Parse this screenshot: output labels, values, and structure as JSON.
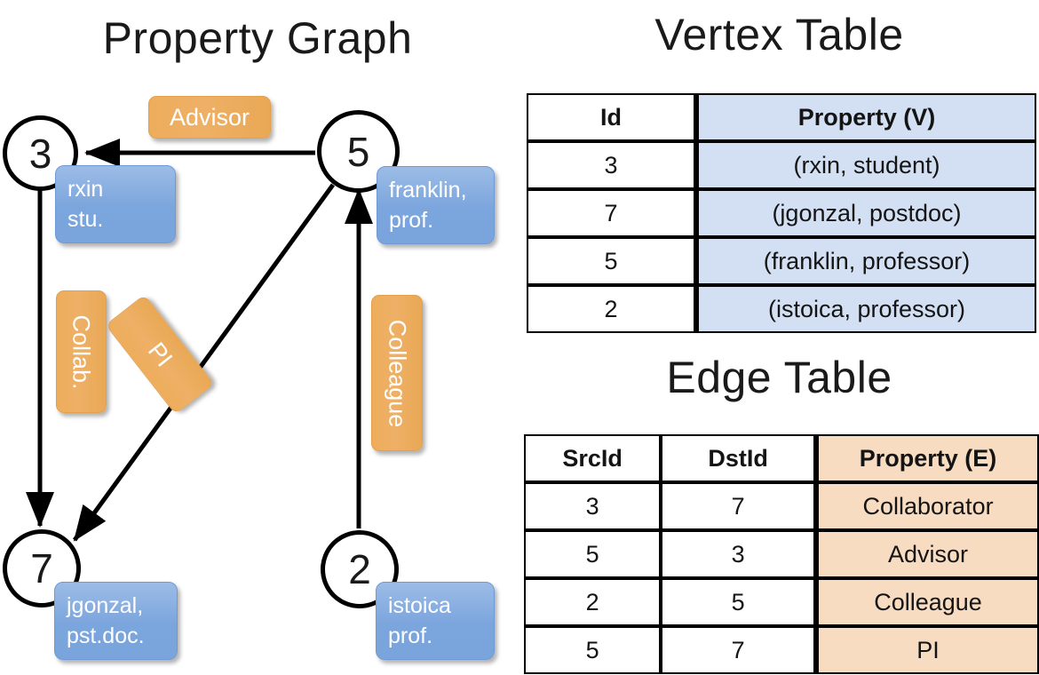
{
  "titles": {
    "property_graph": "Property Graph",
    "vertex_table": "Vertex Table",
    "edge_table": "Edge Table"
  },
  "graph": {
    "nodes": [
      {
        "id": "3",
        "property_label": "rxin\nstu."
      },
      {
        "id": "5",
        "property_label": "franklin,\nprof."
      },
      {
        "id": "7",
        "property_label": "jgonzal,\npst.doc."
      },
      {
        "id": "2",
        "property_label": "istoica\nprof."
      }
    ],
    "node_ids": {
      "three": "3",
      "five": "5",
      "seven": "7",
      "two": "2"
    },
    "vertex_boxes": {
      "rxin_line1": "rxin",
      "rxin_line2": "stu.",
      "franklin_line1": "franklin,",
      "franklin_line2": "prof.",
      "jgonzal_line1": "jgonzal,",
      "jgonzal_line2": "pst.doc.",
      "istoica_line1": "istoica",
      "istoica_line2": "prof."
    },
    "edge_labels": {
      "advisor": "Advisor",
      "collab": "Collab.",
      "pi": "PI",
      "colleague": "Colleague"
    },
    "edges": [
      {
        "from": "5",
        "to": "3",
        "label": "Advisor"
      },
      {
        "from": "3",
        "to": "7",
        "label": "Collab."
      },
      {
        "from": "5",
        "to": "7",
        "label": "PI"
      },
      {
        "from": "2",
        "to": "5",
        "label": "Colleague"
      }
    ]
  },
  "vertex_table": {
    "headers": {
      "id": "Id",
      "property": "Property (V)"
    },
    "rows": [
      {
        "id": "3",
        "property": "(rxin, student)"
      },
      {
        "id": "7",
        "property": "(jgonzal, postdoc)"
      },
      {
        "id": "5",
        "property": "(franklin, professor)"
      },
      {
        "id": "2",
        "property": "(istoica, professor)"
      }
    ]
  },
  "edge_table": {
    "headers": {
      "src": "SrcId",
      "dst": "DstId",
      "property": "Property (E)"
    },
    "rows": [
      {
        "src": "3",
        "dst": "7",
        "property": "Collaborator"
      },
      {
        "src": "5",
        "dst": "3",
        "property": "Advisor"
      },
      {
        "src": "2",
        "dst": "5",
        "property": "Colleague"
      },
      {
        "src": "5",
        "dst": "7",
        "property": "PI"
      }
    ]
  },
  "colors": {
    "vertex_box_fill": "#7ba5dd",
    "edge_box_fill": "#eead5c",
    "vertex_table_property_bg": "#d3dff2",
    "edge_table_property_bg": "#f7dcc2",
    "stroke": "#000000"
  }
}
